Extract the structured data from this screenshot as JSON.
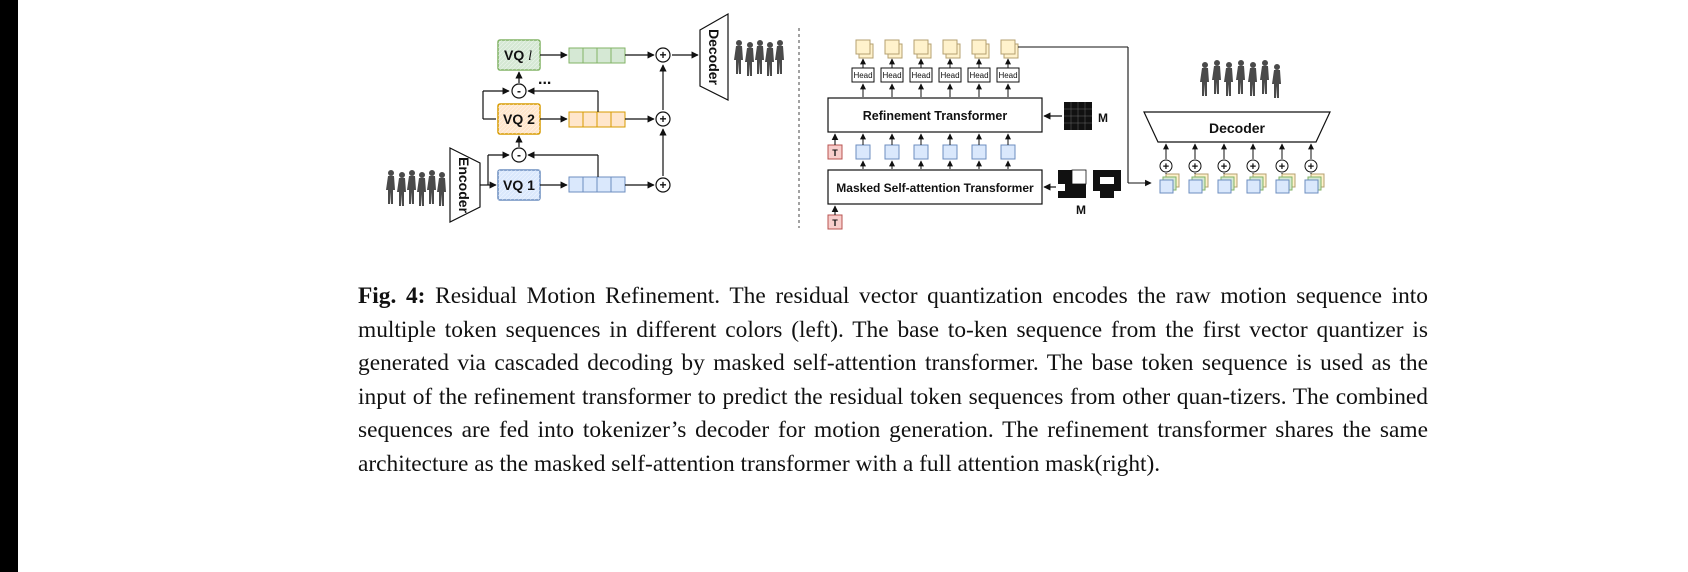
{
  "figure": {
    "left": {
      "encoder_label": "Encoder",
      "decoder_label": "Decoder",
      "vq_labels": [
        "VQ",
        "VQ 2",
        "VQ 1"
      ],
      "vq_top_index": "l",
      "ellipsis": "...",
      "minus_symbol": "-",
      "plus_symbol": "+"
    },
    "right": {
      "head_label": "Head",
      "refinement_transformer_label": "Refinement Transformer",
      "masked_transformer_label": "Masked Self-attention Transformer",
      "mask_label": "M",
      "t_token_label": "T",
      "decoder_label": "Decoder"
    },
    "colors": {
      "green": "#d5e8d4",
      "green_border": "#82b366",
      "orange": "#ffe6cc",
      "orange_border": "#d79b00",
      "blue": "#dae8fc",
      "blue_border": "#6c8ebf",
      "red": "#f8cecc",
      "red_border": "#b85450",
      "yellow": "#fff2cc",
      "yellow_border": "#b4a070"
    }
  },
  "caption": {
    "label": "Fig. 4:",
    "text": "Residual Motion Refinement. The residual vector quantization encodes the raw motion sequence into multiple token sequences in different colors (left). The base to-ken sequence from the first vector quantizer is generated via cascaded decoding by masked self-attention transformer. The base token sequence is used as the input of the refinement transformer to predict the residual token sequences from other quan-tizers. The combined sequences are fed into tokenizer’s decoder for motion generation. The refinement transformer shares the same architecture as the masked self-attention transformer with a full attention mask(right)."
  }
}
